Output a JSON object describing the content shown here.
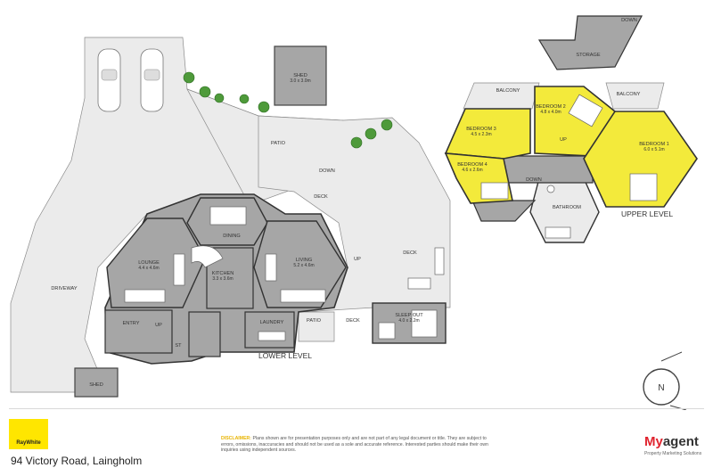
{
  "property": {
    "address": "94 Victory Road, Laingholm"
  },
  "branding": {
    "agency_logo_text": "RayWhite",
    "agency_logo_color": "#ffe600",
    "marketer_name_part1": "My",
    "marketer_name_part2": "agent",
    "marketer_tagline": "Property Marketing Solutions",
    "marketer_color": "#e0232e"
  },
  "disclaimer": {
    "heading": "DISCLAIMER:",
    "text": "Plans shown are for presentation purposes only and are not part of any legal document or title. They are subject to errors, omissions, inaccuracies and should not be used as a sole and accurate reference. Interested parties should make their own inquiries using independent sources."
  },
  "compass": {
    "label": "N"
  },
  "colors": {
    "room_fill": "#a6a6a6",
    "highlight_fill": "#f3ea3b",
    "outdoor_fill": "#ebebeb",
    "tree_green": "#4e9a3a"
  },
  "levels": {
    "lower": "LOWER LEVEL",
    "upper": "UPPER LEVEL"
  },
  "lower_rooms": {
    "lounge": {
      "name": "LOUNGE",
      "dims": "4.4 x 4.6m"
    },
    "kitchen": {
      "name": "KITCHEN",
      "dims": "3.3 x 3.6m"
    },
    "living": {
      "name": "LIVING",
      "dims": "5.2 x 4.6m"
    },
    "dining": {
      "name": "DINING"
    },
    "entry": {
      "name": "ENTRY"
    },
    "laundry": {
      "name": "LAUNDRY"
    },
    "st": {
      "name": "ST"
    },
    "sleep_out": {
      "name": "SLEEP OUT",
      "dims": "4.0 x 2.2m"
    },
    "shed_top": {
      "name": "SHED",
      "dims": "3.0 x 3.0m"
    },
    "shed_bottom": {
      "name": "SHED"
    }
  },
  "outdoor": {
    "driveway": "DRIVEWAY",
    "patio_top": "PATIO",
    "patio_bottom": "PATIO",
    "deck_center": "DECK",
    "deck_right": "DECK",
    "deck_bottom": "DECK"
  },
  "upper_rooms": {
    "bedroom1": {
      "name": "BEDROOM 1",
      "dims": "6.0 x 5.1m"
    },
    "bedroom2": {
      "name": "BEDROOM 2",
      "dims": "4.8 x 4.0m"
    },
    "bedroom3": {
      "name": "BEDROOM 3",
      "dims": "4.5 x 2.3m"
    },
    "bedroom4": {
      "name": "BEDROOM 4",
      "dims": "4.6 x 2.6m"
    },
    "bathroom": {
      "name": "BATHROOM"
    },
    "storage": {
      "name": "STORAGE"
    },
    "balcony_left": {
      "name": "BALCONY"
    },
    "balcony_right": {
      "name": "BALCONY"
    }
  },
  "markers": {
    "down_lower": "DOWN",
    "up_lower": "UP",
    "up_entry": "UP",
    "down_upper": "DOWN",
    "up_upper": "UP",
    "down_storage": "DOWN"
  }
}
